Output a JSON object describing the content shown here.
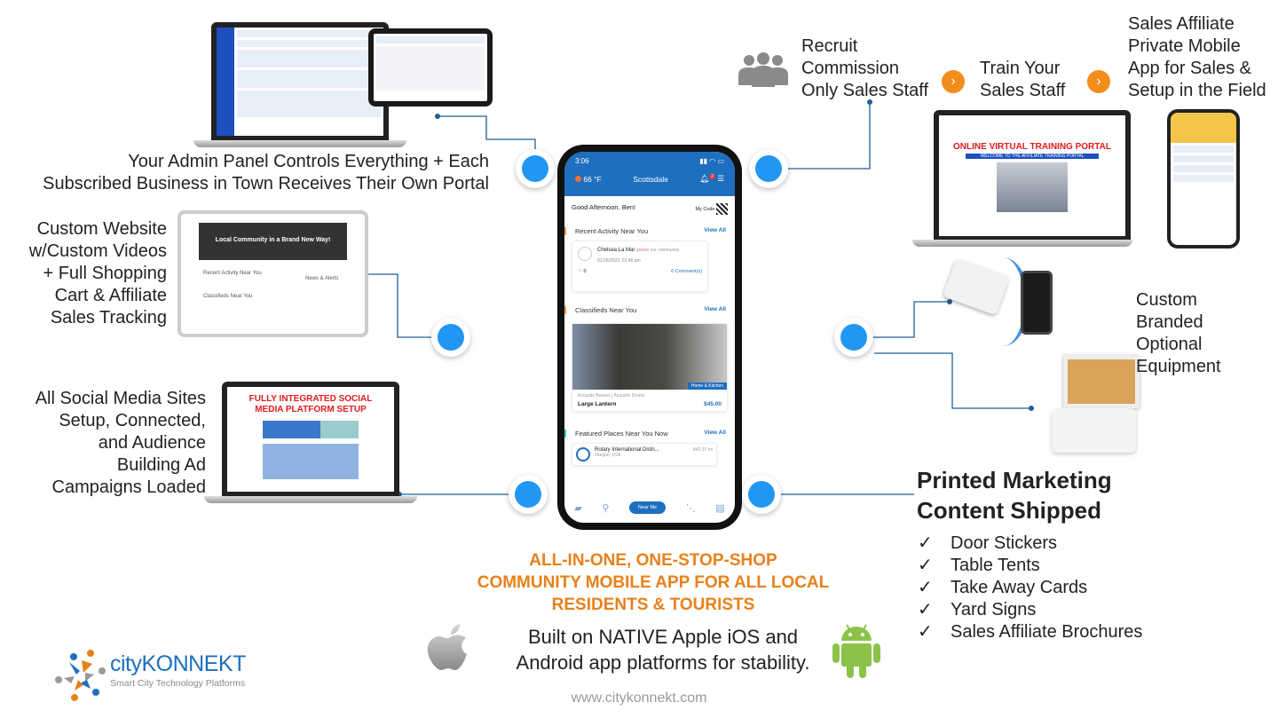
{
  "admin": {
    "caption_line1": "Your Admin Panel Controls Everything + Each",
    "caption_line2": "Subscribed Business in Town Receives Their Own Portal"
  },
  "website": {
    "caption": [
      "Custom Website",
      "w/Custom Videos",
      "+ Full Shopping",
      "Cart & Affiliate",
      "Sales Tracking"
    ],
    "hero_text": "Local Community in a Brand New Way!",
    "section1": "Recent Activity Near You",
    "section2": "Classifieds Near You",
    "section3": "News & Alerts"
  },
  "social": {
    "caption": [
      "All Social Media Sites",
      "Setup, Connected,",
      "and Audience",
      "Building Ad",
      "Campaigns Loaded"
    ],
    "screen_title": "FULLY INTEGRATED SOCIAL MEDIA PLATFORM SETUP"
  },
  "sales_flow": {
    "step1": [
      "Recruit",
      "Commission",
      "Only Sales Staff"
    ],
    "step2": [
      "Train Your",
      "Sales Staff"
    ],
    "step3": [
      "Sales Affiliate",
      "Private Mobile",
      "App for Sales &",
      "Setup in the Field"
    ],
    "arrow_icon": "chevron-right-circle-icon",
    "people_icon": "group-icon"
  },
  "training": {
    "screen_title": "ONLINE VIRTUAL TRAINING PORTAL",
    "screen_subtitle": "WELCOME TO THE AFFILIATE TRAINING PORTAL"
  },
  "equipment": {
    "caption": [
      "Custom",
      "Branded",
      "Optional",
      "Equipment"
    ]
  },
  "printed": {
    "title_line1": "Printed Marketing",
    "title_line2": "Content Shipped",
    "items": [
      "Door Stickers",
      "Table Tents",
      "Take Away Cards",
      "Yard Signs",
      "Sales Affiliate Brochures"
    ],
    "check": "✓"
  },
  "phone": {
    "time": "3:06",
    "temp": "66 °F",
    "city": "Scottsdale",
    "notif_count": "2",
    "greeting": "Good Afternoon, Ben!",
    "my_code": "My Code",
    "recent_title": "Recent Activity Near You",
    "view_all": "View All",
    "activity": {
      "name": "Chelsea La Mar",
      "action": "joined",
      "rest": "our community",
      "date": "01/26/2022, 01:46 pm",
      "likes": "0",
      "comments": "0 Comment(s)"
    },
    "classifieds_title": "Classifieds Near You",
    "classified": {
      "tag": "Home & Kitchen",
      "category": "Acoustic Basses | Acoustic Drums",
      "name": "Large Lantern",
      "price": "$45.00"
    },
    "featured_title": "Featured Places Near You Now",
    "place": {
      "name": "Rotary International Distri...",
      "distance": "842.37 mi",
      "location": "Oregon, USA"
    },
    "near_me": "Near Me"
  },
  "tagline": [
    "ALL-IN-ONE, ONE-STOP-SHOP",
    "COMMUNITY MOBILE APP FOR ALL LOCAL",
    "RESIDENTS & TOURISTS"
  ],
  "platforms": {
    "line1": "Built on NATIVE Apple iOS and",
    "line2": "Android app platforms for stability."
  },
  "logo": {
    "name": "cityKONNEKT",
    "tagline": "Smart City Technology Platforms"
  },
  "website_url": "www.citykonnekt.com",
  "colors": {
    "accent_blue": "#2196f3",
    "orange": "#e8811a",
    "brand_blue": "#1e6fbf",
    "line": "#1f5f99"
  }
}
